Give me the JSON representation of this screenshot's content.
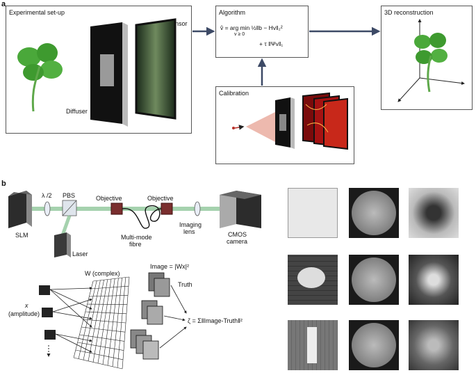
{
  "panel_a": {
    "letter": "a",
    "setup_title": "Experimental set-up",
    "sensor_label": "Sensor",
    "diffuser_label": "Diffuser",
    "algorithm_title": "Algorithm",
    "equation_line1": "v̂ = arg min  ½‖b − Hv‖₂²",
    "equation_sub": "v ≥ 0",
    "equation_line2": "+ τ ‖Ψv‖₁",
    "calibration_title": "Calibration",
    "reconstruction_title": "3D reconstruction"
  },
  "panel_b": {
    "letter": "b",
    "slm_label": "SLM",
    "halfwave_label": "λ /2",
    "pbs_label": "PBS",
    "laser_label": "Laser",
    "objective1_label": "Objective",
    "objective2_label": "Objective",
    "fibre_label_line1": "Multi-mode",
    "fibre_label_line2": "fibre",
    "imaging_lens_line1": "Imaging",
    "imaging_lens_line2": "lens",
    "cmos_line1": "CMOS",
    "cmos_line2": "camera",
    "w_label": "W (complex)",
    "image_eq": "Image = |Wx|²",
    "truth_label": "Truth",
    "x_label": "x",
    "amplitude_label": "(amplitude)",
    "loss_eq": "ζ = Σ‖Image-Truth‖²"
  },
  "colors": {
    "arrow": "#3d4a66",
    "beam": "#8fc79a",
    "objective": "#7a2e2e",
    "clover": "#3e9a2f",
    "laser_red": "#b8322a"
  }
}
